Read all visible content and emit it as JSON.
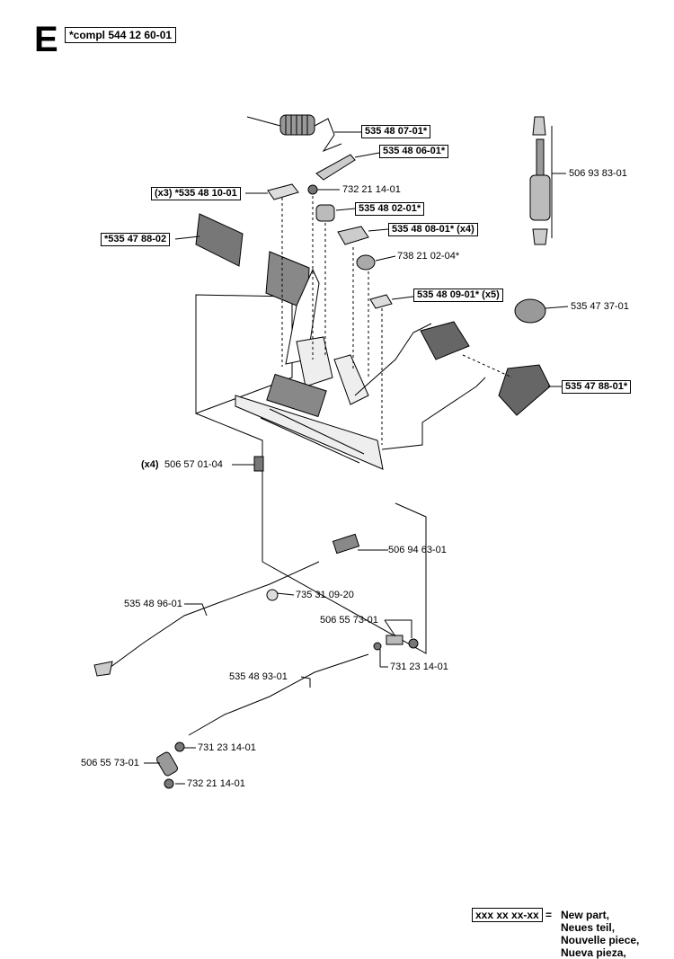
{
  "header": {
    "section_letter": "E",
    "assembly_number": "*compl 544 12 60-01"
  },
  "parts": {
    "p_535480701": "535 48 07-01*",
    "p_535480601": "535 48 06-01*",
    "p_x3_535481001": "(x3) *535 48 10-01",
    "p_732211401_top": "732 21 14-01",
    "p_535480201": "535 48 02-01*",
    "p_535478802": "*535 47 88-02",
    "p_535480801": "535 48 08-01* (x4)",
    "p_738210204": "738 21 02-04*",
    "p_535480901": "535 48 09-01* (x5)",
    "p_506938301": "506 93 83-01",
    "p_535473701": "535 47 37-01",
    "p_535478801": "535 47 88-01*",
    "p_x4_prefix": "(x4)",
    "p_506570104": "506 57 01-04",
    "p_506946301": "506 94 63-01",
    "p_535489601": "535 48 96-01",
    "p_735310920": "735 31 09-20",
    "p_506557301_right": "506 55 73-01",
    "p_731231401_right": "731 23 14-01",
    "p_535489301": "535 48 93-01",
    "p_731231401_low": "731 23 14-01",
    "p_506557301_left": "506 55 73-01",
    "p_732211401_low": "732 21 14-01"
  },
  "legend": {
    "code": "xxx xx xx-xx",
    "equals": "=",
    "line1": "New part,",
    "line2": "Neues teil,",
    "line3": "Nouvelle piece,",
    "line4": "Nueva pieza,"
  }
}
